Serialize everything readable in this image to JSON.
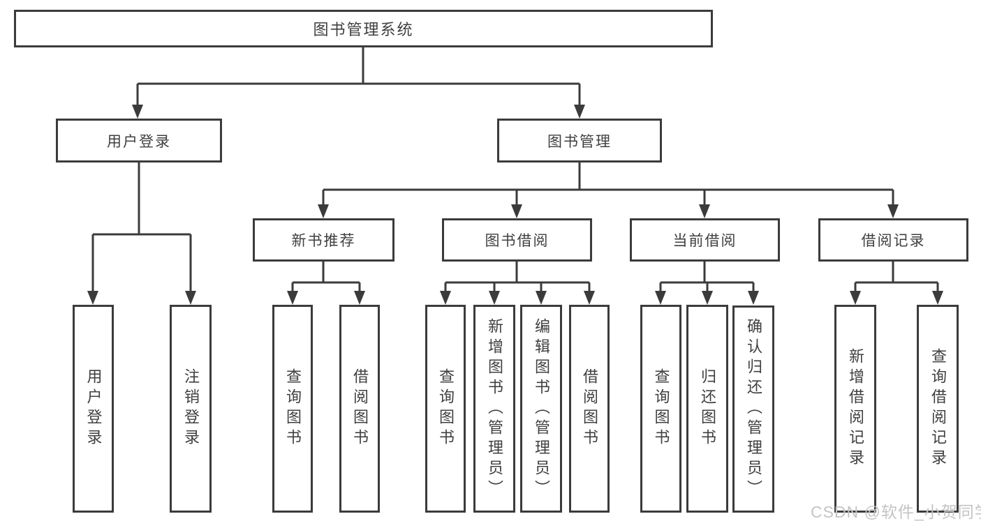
{
  "diagram": {
    "root": {
      "label": "图书管理系统"
    },
    "level2": [
      {
        "label": "用户登录"
      },
      {
        "label": "图书管理"
      }
    ],
    "level3": [
      {
        "label": "新书推荐"
      },
      {
        "label": "图书借阅"
      },
      {
        "label": "当前借阅"
      },
      {
        "label": "借阅记录"
      }
    ],
    "leaves": [
      {
        "label": "用户登录"
      },
      {
        "label": "注销登录"
      },
      {
        "label": "查询图书"
      },
      {
        "label": "借阅图书"
      },
      {
        "label": "查询图书"
      },
      {
        "label": "新增图书（管理员）"
      },
      {
        "label": "编辑图书（管理员）"
      },
      {
        "label": "借阅图书"
      },
      {
        "label": "查询图书"
      },
      {
        "label": "归还图书"
      },
      {
        "label": "确认归还（管理员）"
      },
      {
        "label": "新增借阅记录"
      },
      {
        "label": "查询借阅记录"
      }
    ],
    "colors": {
      "line": "#3b3b3b",
      "text": "#3f3f3f",
      "background": "#ffffff"
    }
  },
  "watermark": {
    "text": "CSDN @软件_小贺同学",
    "color": "#c4c4c4"
  }
}
